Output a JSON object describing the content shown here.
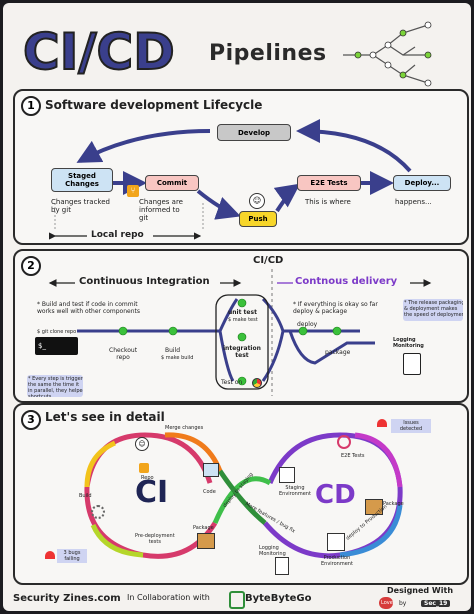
{
  "title": {
    "main": "CI/CD",
    "sub": "Pipelines"
  },
  "section1": {
    "number": "1",
    "heading": "Software development Lifecycle",
    "develop": "Develop",
    "staged": "Staged\nChanges",
    "commit": "Commit",
    "push": "Push",
    "e2e": "E2E Tests",
    "deploy": "Deploy...",
    "note_staged": "Changes tracked\nby git",
    "note_commit": "Changes are\ninformed to\ngit",
    "note_e2e": "This is where",
    "note_deploy": "happens...",
    "local_repo": "Local repo"
  },
  "section2": {
    "number": "2",
    "cicd": "CI/CD",
    "ci_label": "Continuous Integration",
    "cd_label": "Contnous delivery",
    "ci_note": "* Build and test if code in commit\nworks well with other components",
    "cd_note": "* If everything is okay so far\ndeploy & package",
    "git_clone": "$ git clone repo",
    "terminal": "$_",
    "checkout": "Checkout\nrepo",
    "build": "Build",
    "build_sub": "$ make build",
    "unit": "unit test",
    "unit_sub": "$ make test",
    "integration": "integration\ntest",
    "test_on": "Test on",
    "deploy": "deploy",
    "package": "package",
    "logging": "Logging\nMonitoring",
    "sticky_left": "* Every step is triggered\nthe same the time it\nin parallel, they helped\nshortcuts",
    "sticky_right": "* The release packaging\n& deployment makes\nthe speed of deployment"
  },
  "section3": {
    "number": "3",
    "heading": "Let's see in detail",
    "ci": "CI",
    "cd": "CD",
    "merge": "Merge changes",
    "repo": "Repo",
    "code": "Code",
    "build": "Build",
    "predeploy": "Pre-deployment\ntests",
    "package_ci": "Package",
    "deploy_staging": "deploy to staging",
    "staging_env": "Staging\nEnvironment",
    "e2e": "E2E Tests",
    "issues": "Issues\ndetected",
    "package_cd": "Package",
    "more_features": "More features / bug fix",
    "deploy_prod": "deploy to Production",
    "prod_env": "Production\nEnvironment",
    "logging": "Logging\nMonitoring",
    "bugs": "3 bugs\nfailing"
  },
  "footer": {
    "brand": "Security Zines.com",
    "collab": "In Collaboration with",
    "partner": "ByteByteGo",
    "designed": "Designed With",
    "love": "Love",
    "by": "by",
    "handle": "Sec_19"
  }
}
